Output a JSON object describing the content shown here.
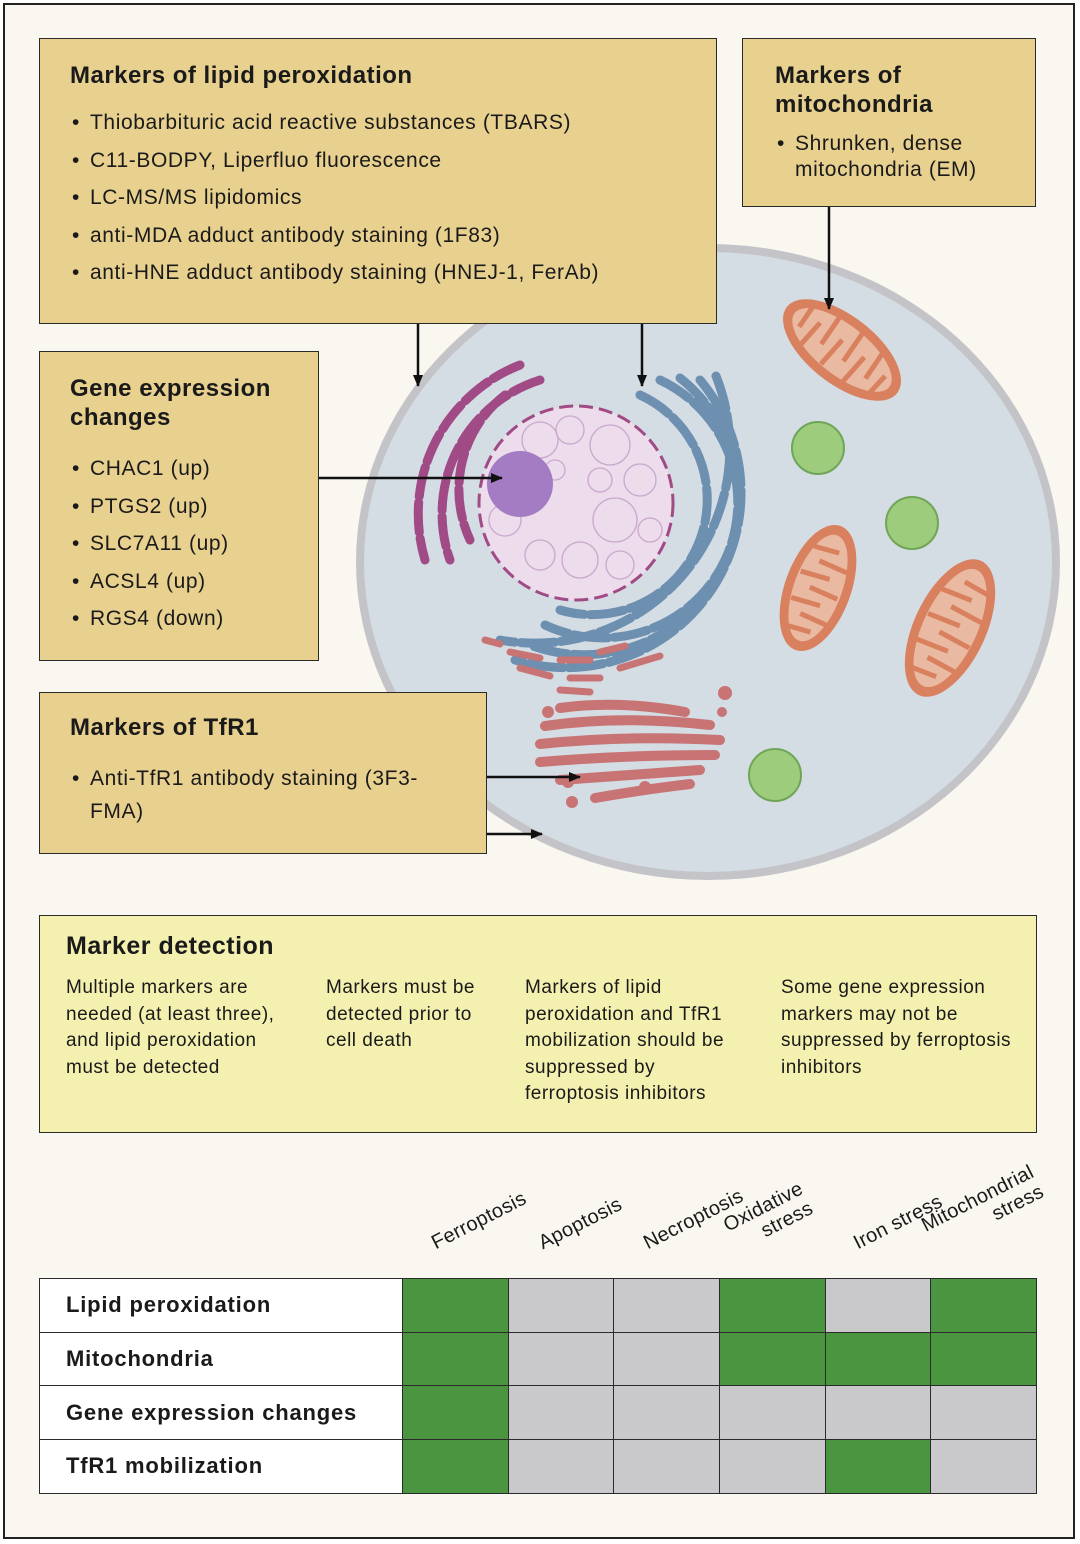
{
  "lipid_box": {
    "title": "Markers of lipid peroxidation",
    "items": [
      "Thiobarbituric acid reactive substances (TBARS)",
      "C11-BODPY, Liperfluo fluorescence",
      "LC-MS/MS lipidomics",
      "anti-MDA adduct antibody staining (1F83)",
      "anti-HNE adduct antibody staining (HNEJ-1, FerAb)"
    ]
  },
  "mito_box": {
    "title": "Markers of mitochondria",
    "items": [
      "Shrunken, dense mitochondria (EM)"
    ]
  },
  "gene_box": {
    "title": "Gene expression changes",
    "items": [
      "CHAC1 (up)",
      "PTGS2 (up)",
      "SLC7A11 (up)",
      "ACSL4 (up)",
      "RGS4 (down)"
    ]
  },
  "tfr_box": {
    "title": "Markers of TfR1",
    "items": [
      "Anti-TfR1 antibody staining (3F3-FMA)"
    ]
  },
  "detection": {
    "title": "Marker detection",
    "columns": [
      "Multiple markers are needed (at least three), and lipid peroxidation must be detected",
      "Markers must be detected prior to cell death",
      "Markers of lipid peroxidation and TfR1 mobilization should be suppressed by ferroptosis inhibitors",
      "Some gene expression markers may not be suppressed by ferroptosis inhibitors"
    ]
  },
  "table": {
    "columns": [
      {
        "line1": "Ferroptosis",
        "line2": ""
      },
      {
        "line1": "Apoptosis",
        "line2": ""
      },
      {
        "line1": "Necroptosis",
        "line2": ""
      },
      {
        "line1": "Oxidative",
        "line2": "stress"
      },
      {
        "line1": "Iron stress",
        "line2": ""
      },
      {
        "line1": "Mitochondrial",
        "line2": "stress"
      }
    ],
    "rows": [
      {
        "label": "Lipid peroxidation",
        "cells": [
          1,
          0,
          0,
          1,
          0,
          1
        ]
      },
      {
        "label": "Mitochondria",
        "cells": [
          1,
          0,
          0,
          1,
          1,
          1
        ]
      },
      {
        "label": "Gene expression changes",
        "cells": [
          1,
          0,
          0,
          0,
          0,
          0
        ]
      },
      {
        "label": "TfR1 mobilization",
        "cells": [
          1,
          0,
          0,
          0,
          1,
          0
        ]
      }
    ],
    "colors": {
      "present": "#4b9540",
      "absent": "#c9c9cb"
    }
  }
}
